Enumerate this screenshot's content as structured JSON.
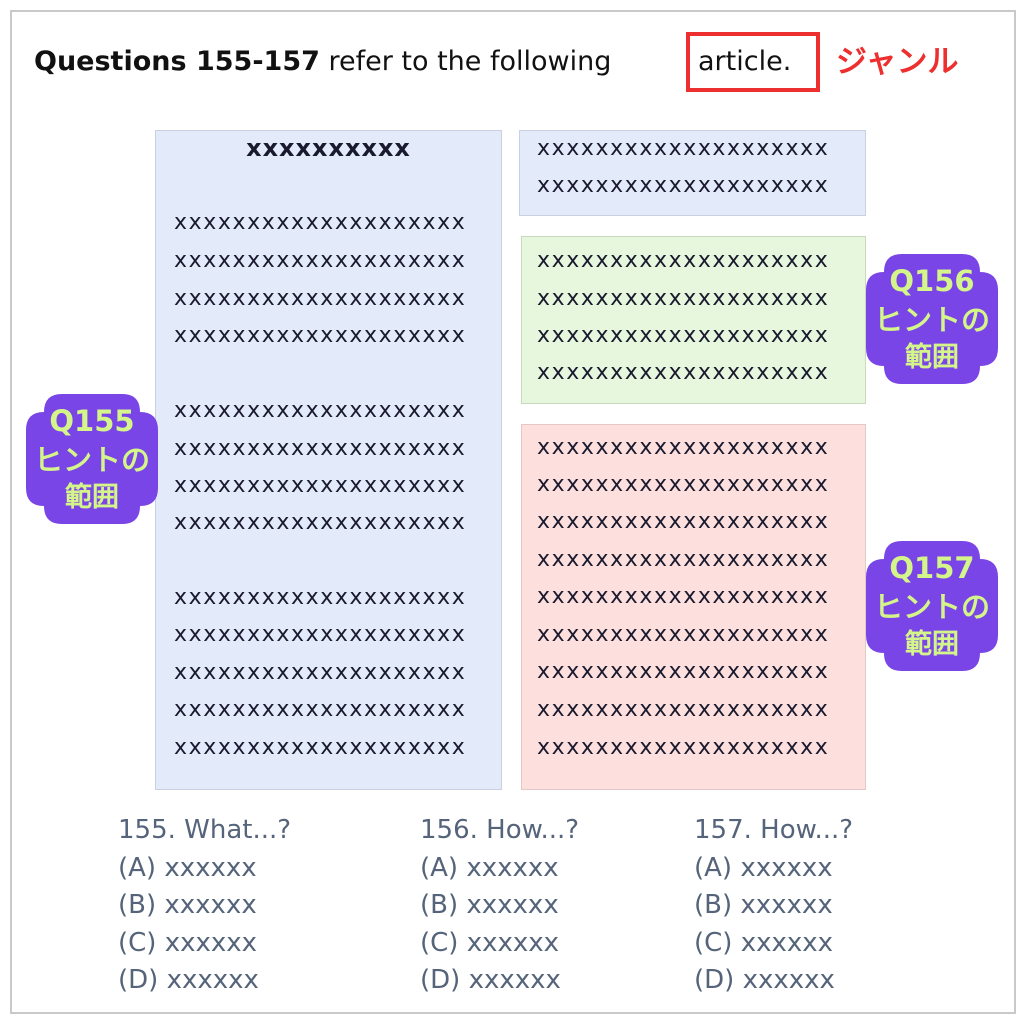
{
  "heading": {
    "bold_part": "Questions 155-157",
    "rest_part": " refer to the following",
    "genre_word": "article.",
    "genre_label": "ジャンル"
  },
  "article": {
    "title": "xxxxxxxxxx",
    "left_column": {
      "paragraph_1": [
        "xxxxxxxxxxxxxxxxxxxx",
        "xxxxxxxxxxxxxxxxxxxx",
        "xxxxxxxxxxxxxxxxxxxx",
        "xxxxxxxxxxxxxxxxxxxx"
      ],
      "paragraph_2": [
        "xxxxxxxxxxxxxxxxxxxx",
        "xxxxxxxxxxxxxxxxxxxx",
        "xxxxxxxxxxxxxxxxxxxx",
        "xxxxxxxxxxxxxxxxxxxx"
      ],
      "paragraph_3": [
        "xxxxxxxxxxxxxxxxxxxx",
        "xxxxxxxxxxxxxxxxxxxx",
        "xxxxxxxxxxxxxxxxxxxx",
        "xxxxxxxxxxxxxxxxxxxx",
        "xxxxxxxxxxxxxxxxxxxx"
      ]
    },
    "right_top": [
      "xxxxxxxxxxxxxxxxxxxx",
      "xxxxxxxxxxxxxxxxxxxx"
    ],
    "right_green": [
      "xxxxxxxxxxxxxxxxxxxx",
      "xxxxxxxxxxxxxxxxxxxx",
      "xxxxxxxxxxxxxxxxxxxx",
      "xxxxxxxxxxxxxxxxxxxx"
    ],
    "right_red": [
      "xxxxxxxxxxxxxxxxxxxx",
      "xxxxxxxxxxxxxxxxxxxx",
      "xxxxxxxxxxxxxxxxxxxx",
      "xxxxxxxxxxxxxxxxxxxx",
      "xxxxxxxxxxxxxxxxxxxx",
      "xxxxxxxxxxxxxxxxxxxx",
      "xxxxxxxxxxxxxxxxxxxx",
      "xxxxxxxxxxxxxxxxxxxx",
      "xxxxxxxxxxxxxxxxxxxx"
    ]
  },
  "badges": {
    "q155": {
      "q": "Q155",
      "h": "ヒントの",
      "r": "範囲"
    },
    "q156": {
      "q": "Q156",
      "h": "ヒントの",
      "r": "範囲"
    },
    "q157": {
      "q": "Q157",
      "h": "ヒントの",
      "r": "範囲"
    }
  },
  "questions": [
    {
      "stem": "155. What...?",
      "options": [
        "(A) xxxxxx",
        "(B) xxxxxx",
        "(C) xxxxxx",
        "(D) xxxxxx"
      ]
    },
    {
      "stem": "156. How...?",
      "options": [
        "(A) xxxxxx",
        "(B) xxxxxx",
        "(C) xxxxxx",
        "(D) xxxxxx"
      ]
    },
    {
      "stem": "157. How...?",
      "options": [
        "(A) xxxxxx",
        "(B) xxxxxx",
        "(C) xxxxxx",
        "(D) xxxxxx"
      ]
    }
  ],
  "colors": {
    "genre_red": "#ee2f2f",
    "badge_purple": "#7a45e6",
    "badge_text": "#d4f58a",
    "panel_blue": "#e3ebfb",
    "panel_green": "#e6f7dd",
    "panel_red": "#fde0de"
  }
}
